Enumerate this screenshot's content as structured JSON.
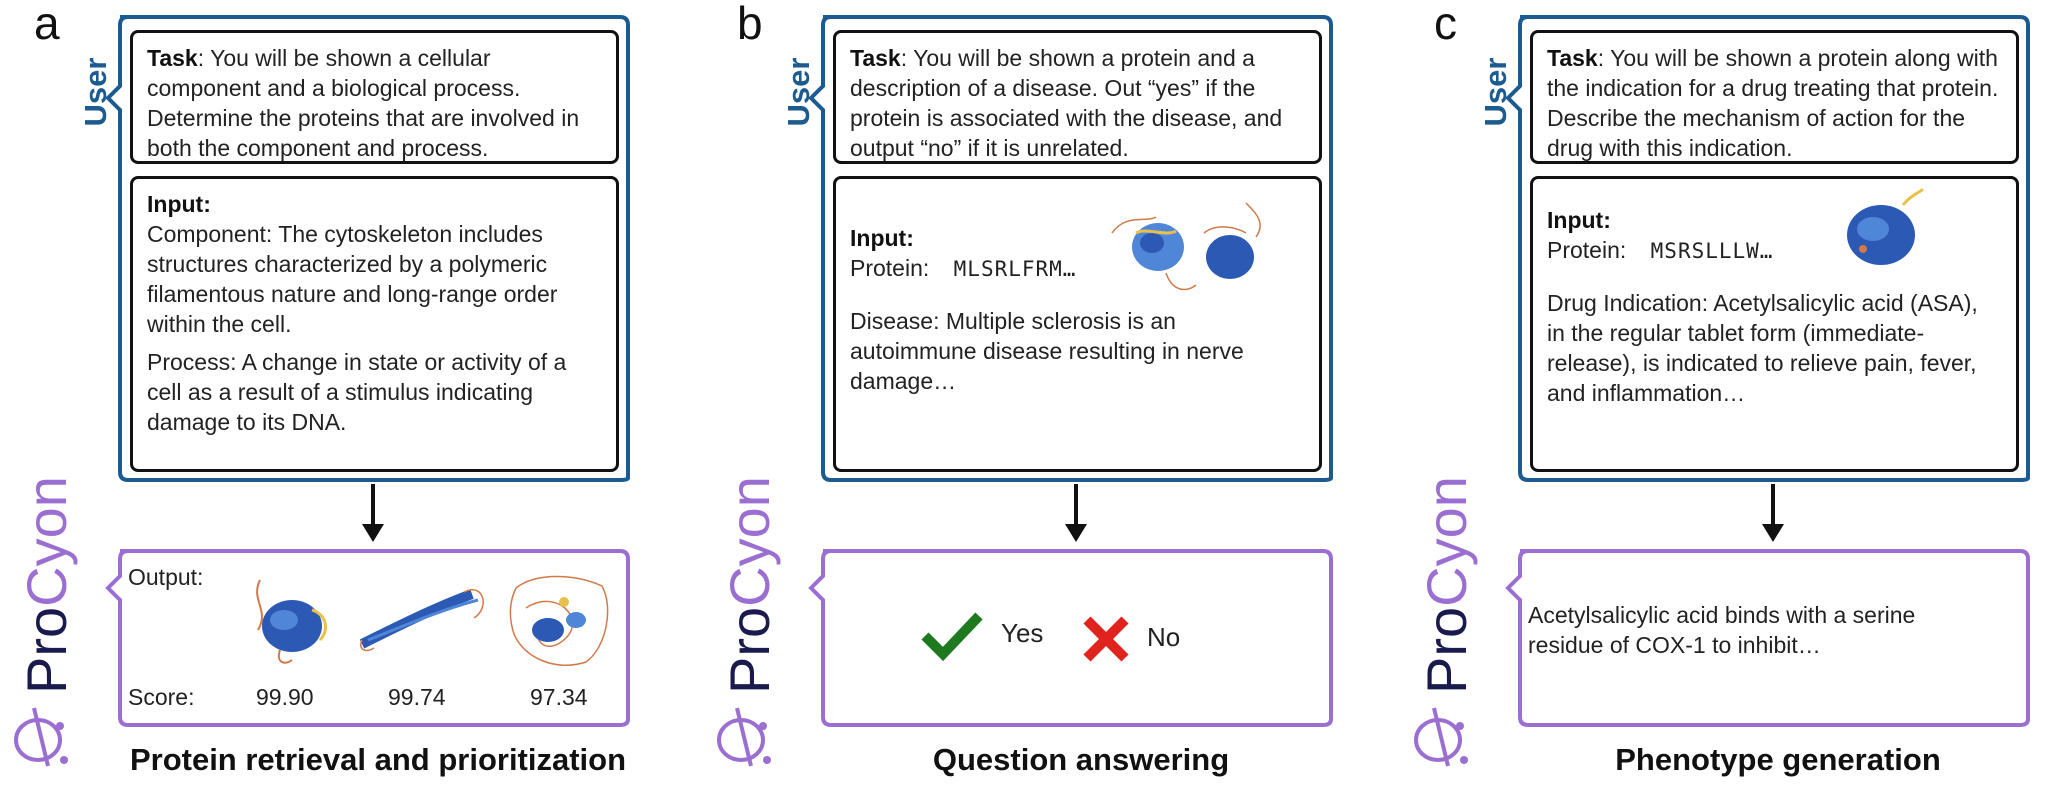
{
  "panels": {
    "a": {
      "letter": "a",
      "user_label": "User",
      "task_bold": "Task",
      "task_text": ": You will be shown a cellular component and a biological process. Determine the proteins that are involved in both the component and process.",
      "input_bold": "Input:",
      "input_line1": "Component: The cytoskeleton includes structures characterized by a polymeric filamentous nature and long-range order within the cell.",
      "input_line2": "Process: A change in state or activity of a cell as a result of a stimulus indicating damage to its DNA.",
      "output_label": "Output:",
      "score_label": "Score:",
      "scores": [
        "99.90",
        "99.74",
        "97.34"
      ],
      "caption": "Protein retrieval and prioritization"
    },
    "b": {
      "letter": "b",
      "user_label": "User",
      "task_bold": "Task",
      "task_text": ": You will be shown a protein and a description of a disease. Out “yes” if the protein is associated with the disease, and output “no” if it is unrelated.",
      "input_bold": "Input:",
      "protein_label": "Protein:",
      "protein_seq": "MLSRLFRM…",
      "disease_text": "Disease: Multiple sclerosis is an autoimmune disease resulting in nerve damage…",
      "yes_label": "Yes",
      "no_label": "No",
      "caption": "Question answering"
    },
    "c": {
      "letter": "c",
      "user_label": "User",
      "task_bold": "Task",
      "task_text": ": You will be shown a protein along with the indication for a drug treating that protein. Describe the mechanism of action for the drug with this indication.",
      "input_bold": "Input:",
      "protein_label": "Protein:",
      "protein_seq": "MSRSLLLW…",
      "indication_text": "Drug Indication: Acetylsalicylic acid (ASA), in the regular tablet form (immediate-release), is indicated to relieve pain, fever, and inflammation…",
      "output_text": "Acetylsalicylic acid binds with a serine residue of COX-1 to inhibit…",
      "caption": "Phenotype generation"
    }
  },
  "brand": {
    "pro": "Pro",
    "cyon": "Cyon"
  },
  "colors": {
    "user_blue": "#1b5b8f",
    "procyon_purple": "#9b6fd1",
    "procyon_navy": "#1b1a4e",
    "check_green": "#1f7a1f",
    "cross_red": "#e0231c"
  }
}
